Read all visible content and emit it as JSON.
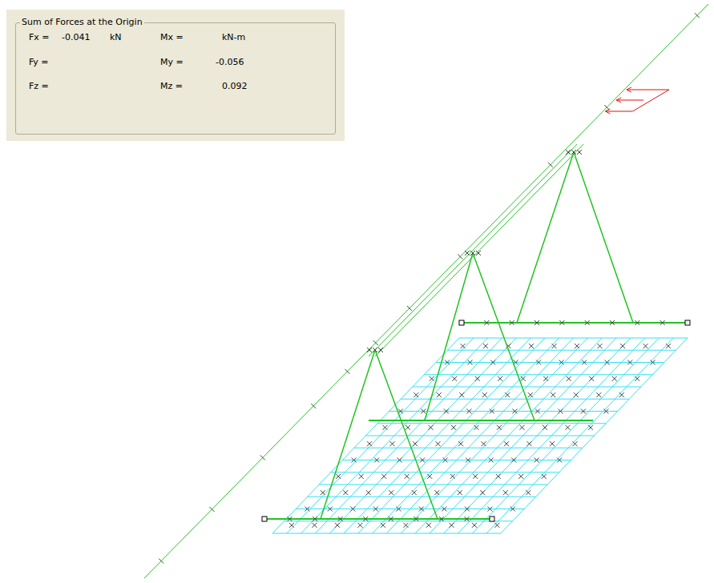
{
  "diagram": {
    "nodes": [
      {
        "text": [
          "Sum of Forces at the Origin"
        ]
      }
    ],
    "labels": [
      "Fx =",
      "-0.041",
      "kN",
      "Mx =",
      "kN-m",
      "Fy =",
      "My =",
      "-0.056",
      "Fz =",
      "Mz =",
      "0.092"
    ]
  }
}
